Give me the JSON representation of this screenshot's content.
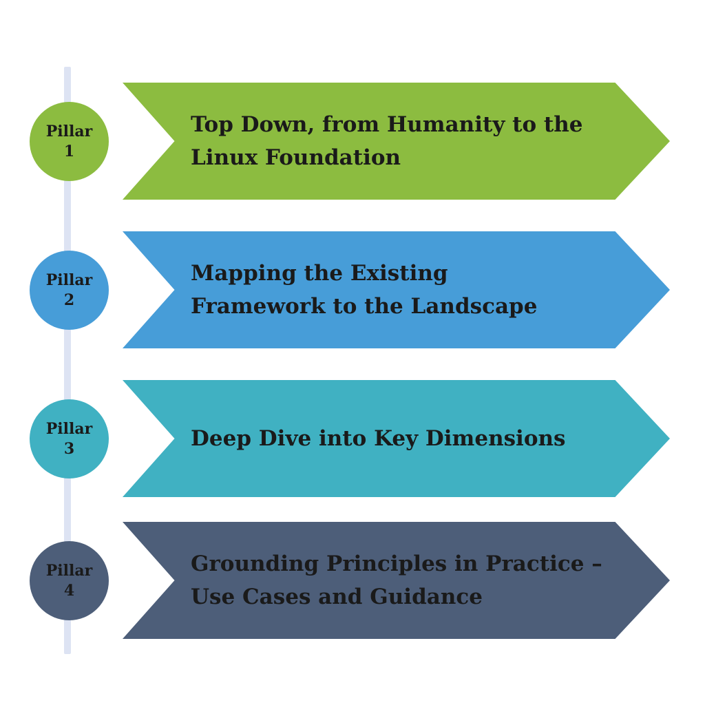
{
  "page": {
    "background": "#ffffff",
    "text_color": "#1a1a1a",
    "timeline_color": "#dde3f3"
  },
  "diagram": {
    "pillars": [
      {
        "badge_line1": "Pillar",
        "badge_line2": "1",
        "color": "#8cbc40",
        "line1": "Top Down, from Humanity to the",
        "line2": "Linux Foundation"
      },
      {
        "badge_line1": "Pillar",
        "badge_line2": "2",
        "color": "#479dd8",
        "line1": "Mapping the Existing",
        "line2": "Framework to the Landscape"
      },
      {
        "badge_line1": "Pillar",
        "badge_line2": "3",
        "color": "#40b1c2",
        "line1": "Deep Dive into Key Dimensions",
        "line2": ""
      },
      {
        "badge_line1": "Pillar",
        "badge_line2": "4",
        "color": "#4d5e79",
        "line1": "Grounding Principles in Practice –",
        "line2": "Use Cases and Guidance"
      }
    ]
  }
}
